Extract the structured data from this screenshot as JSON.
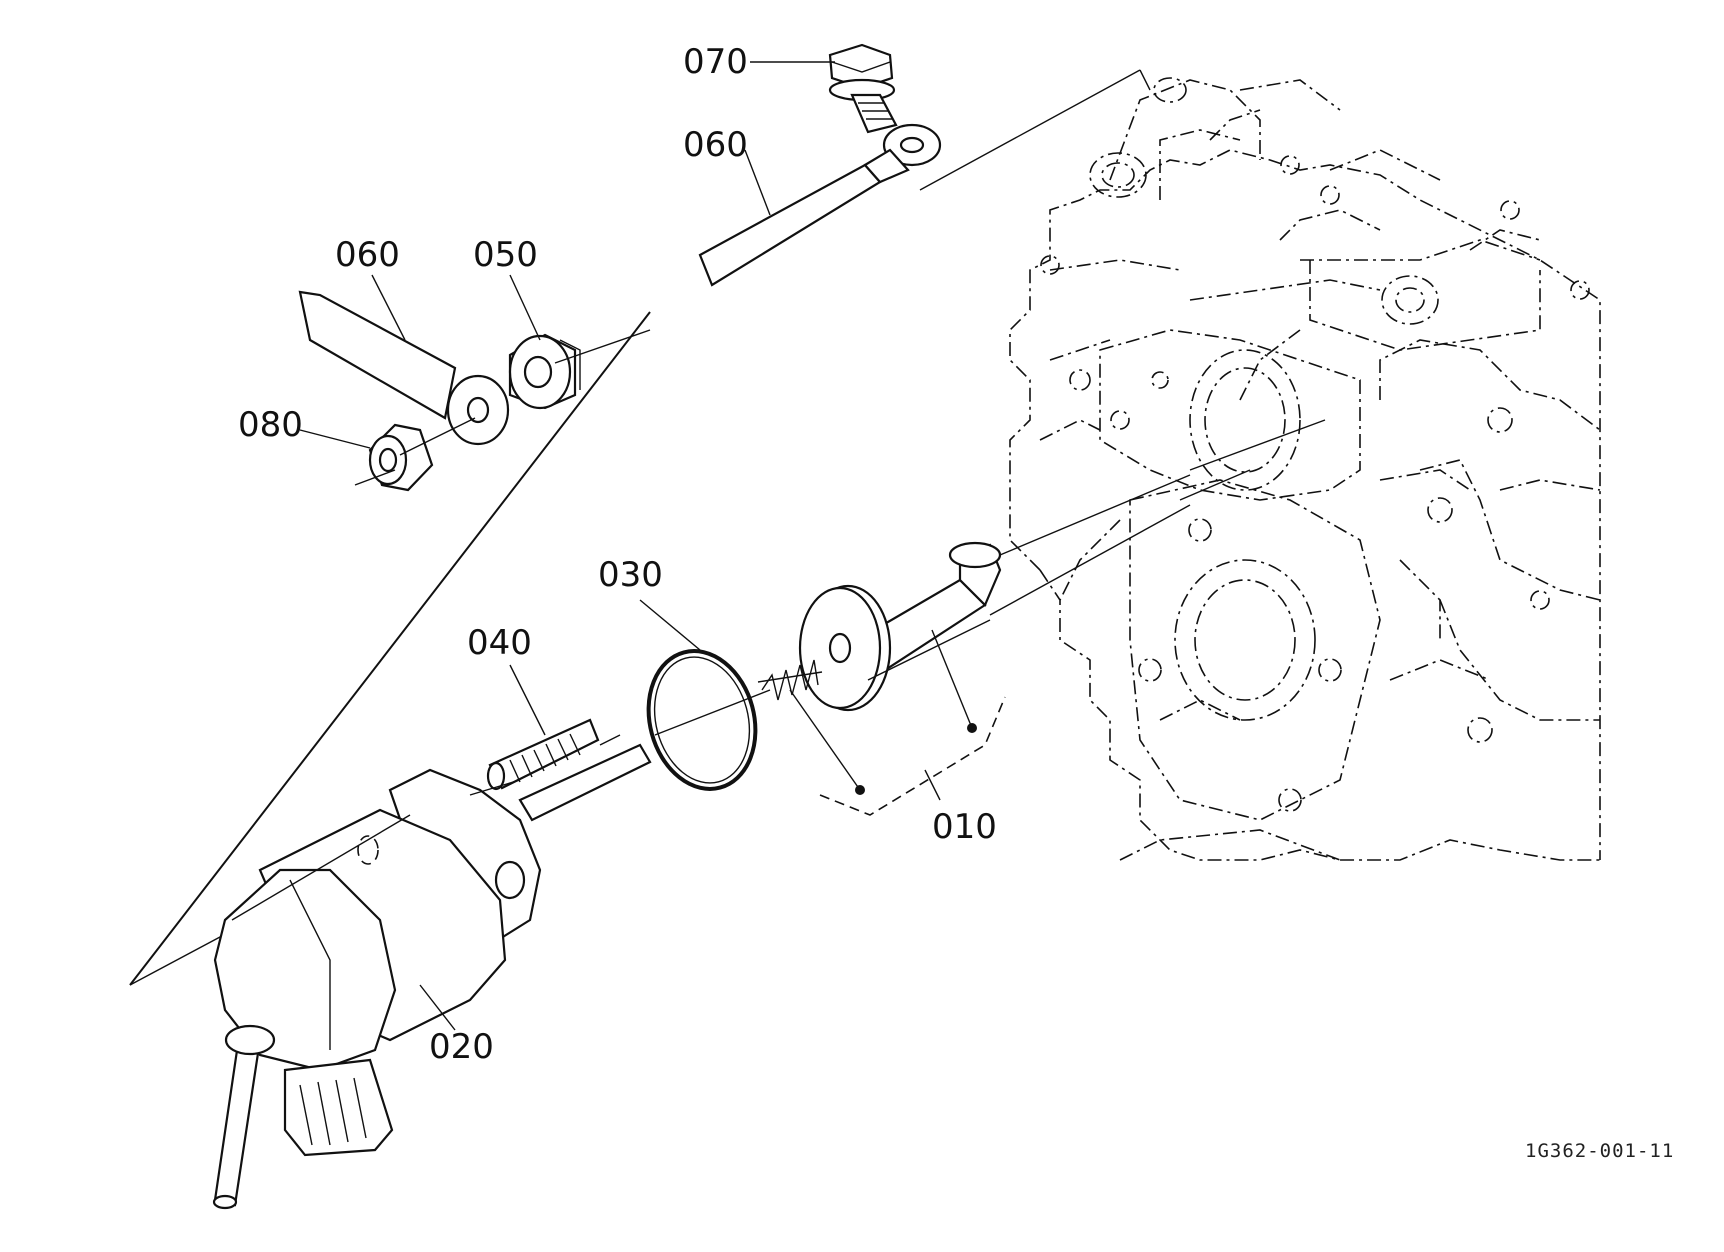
{
  "diagram": {
    "callouts": [
      {
        "id": "c070",
        "text": "070"
      },
      {
        "id": "c060a",
        "text": "060"
      },
      {
        "id": "c060b",
        "text": "060"
      },
      {
        "id": "c050",
        "text": "050"
      },
      {
        "id": "c080",
        "text": "080"
      },
      {
        "id": "c030",
        "text": "030"
      },
      {
        "id": "c040",
        "text": "040"
      },
      {
        "id": "c010",
        "text": "010"
      },
      {
        "id": "c020",
        "text": "020"
      }
    ],
    "figure_ref": "1G362-001-11"
  }
}
